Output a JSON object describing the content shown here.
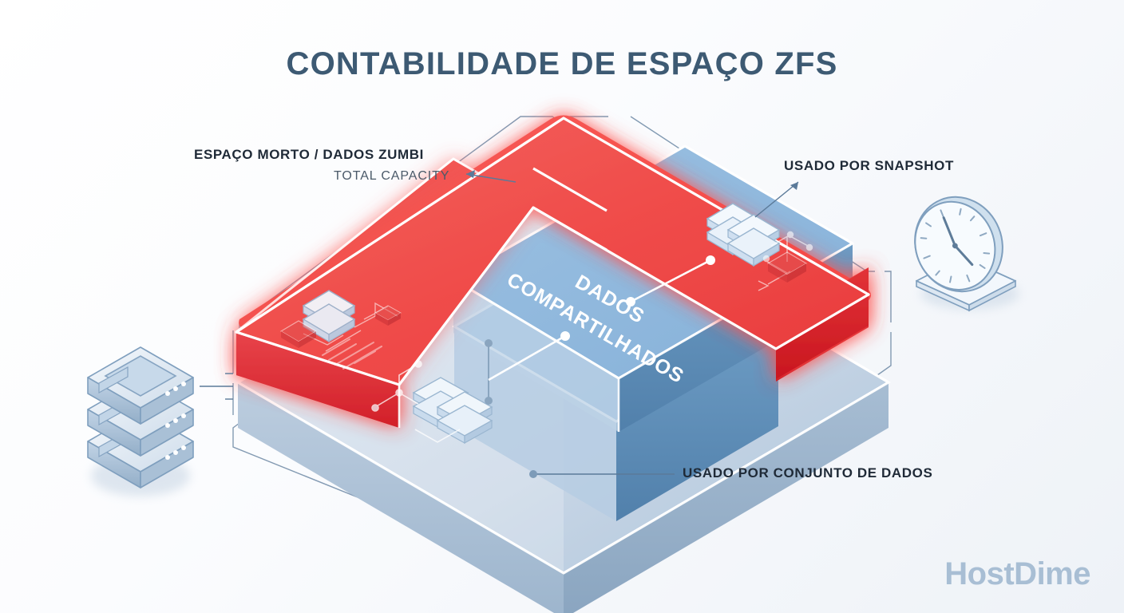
{
  "page": {
    "title": "CONTABILIDADE DE ESPAÇO ZFS",
    "brand": "HostDime",
    "background_color": "#f4f7fa"
  },
  "labels": {
    "dead_space": "ESPAÇO MORTO / DADOS ZUMBI",
    "total_capacity": "TOTAL CAPACITY",
    "snapshot": "USADO POR SNAPSHOT",
    "dataset": "USADO POR CONJUNTO DE DADOS",
    "shared_line1": "DADOS",
    "shared_line2": "COMPARTILHADOS"
  },
  "colors": {
    "title": "#3d5a73",
    "label_bold": "#1f2a37",
    "label_light": "#4b5a69",
    "red_top": "#ef4a48",
    "red_side": "#cf2027",
    "blue_top": "#8eb8de",
    "blue_side": "#5d8fba",
    "grey_top": "#c6d3e2",
    "grey_side": "#a9bed4",
    "outline": "#5b7a99",
    "logo": "#a8bed4"
  },
  "icons": {
    "server_rack": "server-rack-icon",
    "clock": "clock-icon",
    "stacked_disks": "stacked-disks-icon",
    "node_chip": "node-chip-icon"
  },
  "chart_data": {
    "type": "area",
    "title": "CONTABILIDADE DE ESPAÇO ZFS",
    "categories": [
      "ESPAÇO MORTO / DADOS ZUMBI",
      "USADO POR SNAPSHOT",
      "DADOS COMPARTILHADOS",
      "USADO POR CONJUNTO DE DADOS"
    ],
    "legend": [
      {
        "name": "ESPAÇO MORTO / DADOS ZUMBI",
        "color": "#ef4a48"
      },
      {
        "name": "USADO POR SNAPSHOT",
        "color": "#cf2027"
      },
      {
        "name": "DADOS COMPARTILHADOS",
        "color": "#8eb8de"
      },
      {
        "name": "USADO POR CONJUNTO DE DADOS",
        "color": "#c6d3e2"
      }
    ],
    "annotations": [
      "TOTAL CAPACITY"
    ],
    "grid": false,
    "legend_position": "callouts"
  }
}
